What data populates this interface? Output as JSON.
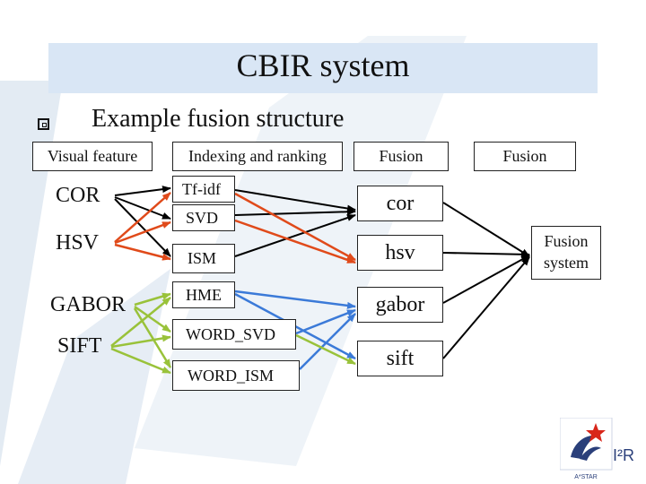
{
  "slide": {
    "title": "CBIR system",
    "bullet": "Example fusion structure"
  },
  "headers": {
    "visual_feature": "Visual feature",
    "indexing": "Indexing and ranking",
    "fusion1": "Fusion",
    "fusion2": "Fusion"
  },
  "features": [
    "COR",
    "HSV",
    "GABOR",
    "SIFT"
  ],
  "indexing_methods": [
    "Tf-idf",
    "SVD",
    "ISM",
    "HME",
    "WORD_SVD",
    "WORD_ISM"
  ],
  "fusion_nodes": [
    "cor",
    "hsv",
    "gabor",
    "sift"
  ],
  "fusion_system": {
    "line1": "Fusion",
    "line2": "system"
  },
  "logo": {
    "text": "I²R",
    "small": "A*STAR"
  },
  "colors": {
    "red_links": "#e04a1a",
    "blue_links": "#3b7ad8",
    "green_links": "#99c23a",
    "black_links": "#000000",
    "title_band": "#d9e6f5"
  }
}
